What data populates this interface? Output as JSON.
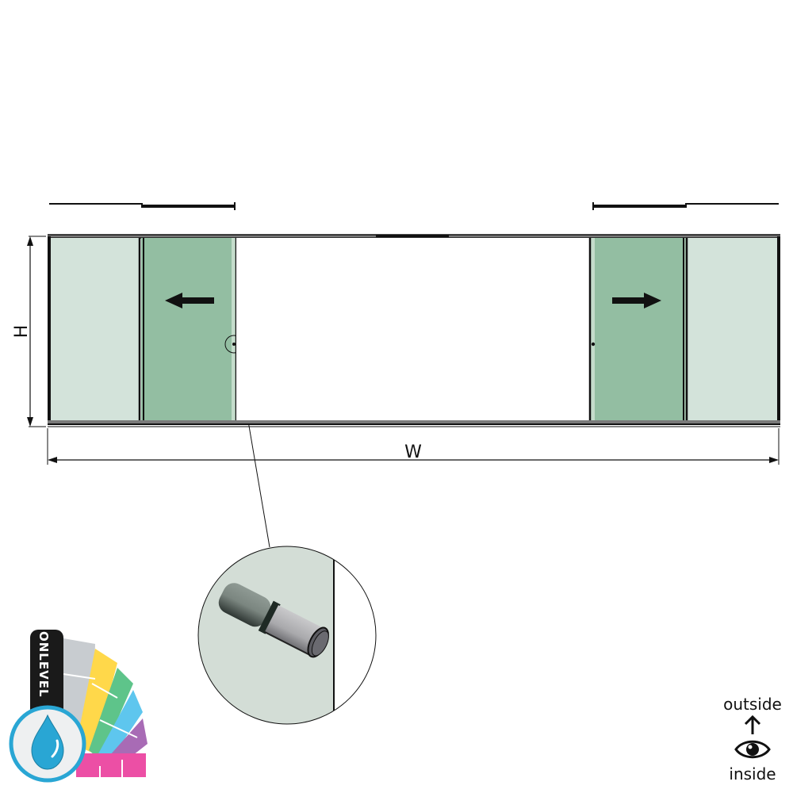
{
  "drawing": {
    "type": "sliding-door-elevation",
    "dimensions": {
      "height_label": "H",
      "width_label": "W"
    },
    "panels": [
      {
        "id": "fixed-left",
        "kind": "fixed",
        "color": "#d3e3da"
      },
      {
        "id": "slide-left",
        "kind": "sliding",
        "direction": "left",
        "color": "#93bea2"
      },
      {
        "id": "opening",
        "kind": "opening",
        "color": "#ffffff"
      },
      {
        "id": "slide-right",
        "kind": "sliding",
        "direction": "right",
        "color": "#93bea2"
      },
      {
        "id": "fixed-right",
        "kind": "fixed",
        "color": "#d3e3da"
      }
    ],
    "detail": {
      "subject": "door-stopper-knob",
      "callout": "circle-detail"
    }
  },
  "legend": {
    "top_label": "outside",
    "bottom_label": "inside",
    "arrow_icon": "arrow-up-icon",
    "eye_icon": "eye-icon"
  },
  "brand": {
    "name": "ONLEVEL",
    "icon": "water-drop-icon",
    "swatch_colors": [
      "#c8ccd0",
      "#ffd84a",
      "#5ec48a",
      "#5ec6ee",
      "#a86bb5",
      "#ec4fa5"
    ]
  },
  "colors": {
    "frame": "#111111",
    "frame_rail": "#7a7a7a",
    "fixed_glass": "#d3e3da",
    "sliding_glass": "#93bea2",
    "detail_bg": "#d3ddd6",
    "brand_drop": "#29a6d4"
  }
}
